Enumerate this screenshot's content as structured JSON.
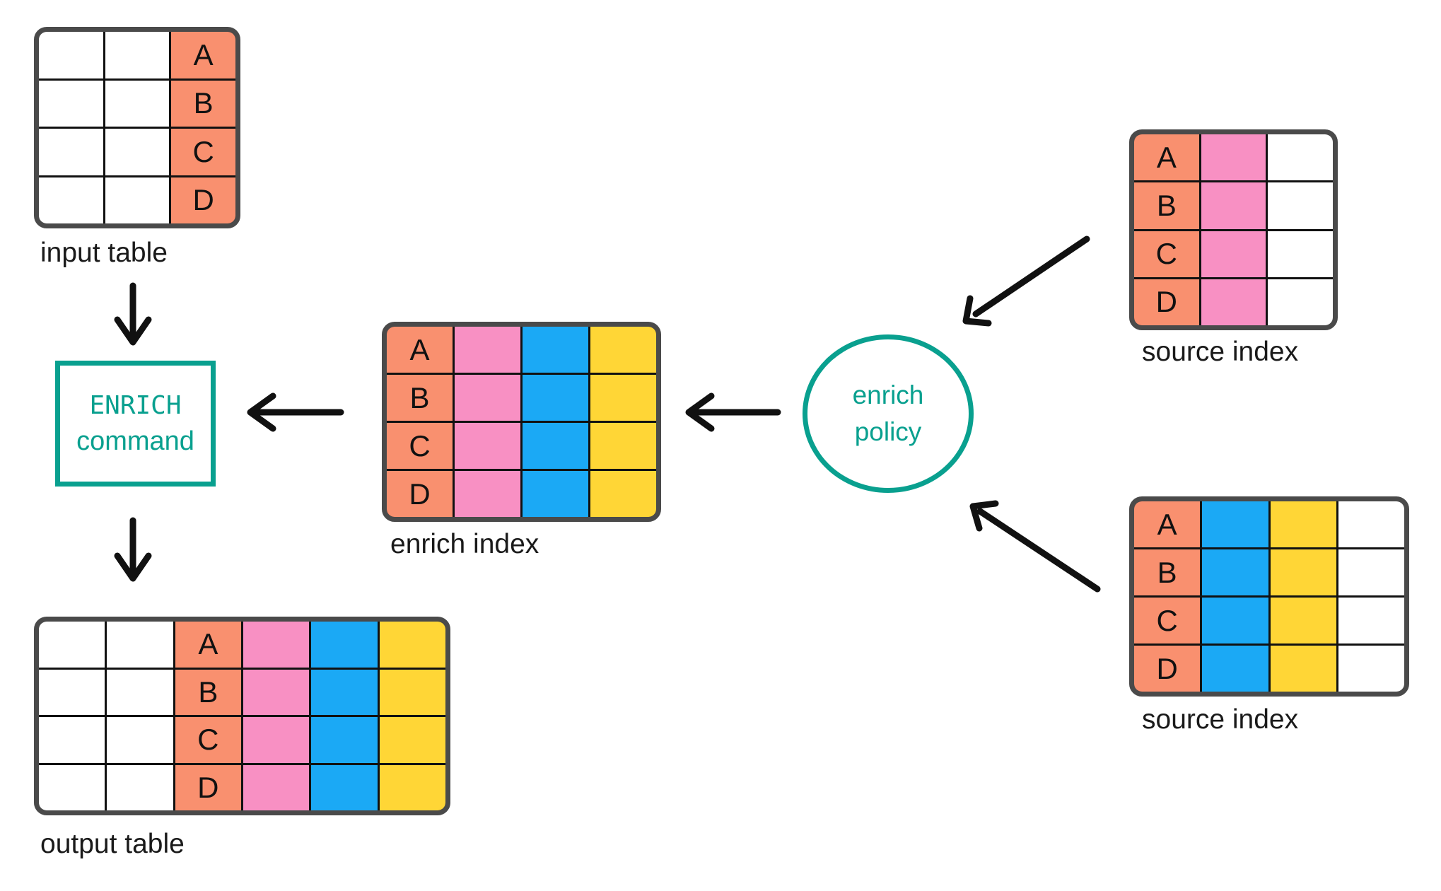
{
  "colors": {
    "salmon": "#F9906F",
    "pink": "#F890C3",
    "blue": "#1BA9F5",
    "yellow": "#FFD636",
    "white": "#FFFFFF",
    "teal": "#09A08F",
    "border_dark": "#4A4A4A",
    "grid_line": "#111111",
    "text": "#1A1A1A",
    "arrow": "#111111",
    "background": "#FFFFFF"
  },
  "labels": {
    "input_table": "input table",
    "output_table": "output table",
    "enrich_index": "enrich index",
    "source_index_top": "source index",
    "source_index_bottom": "source index"
  },
  "enrich_command": {
    "line1": "ENRICH",
    "line2": "command"
  },
  "enrich_policy": {
    "line1": "enrich",
    "line2": "policy"
  },
  "tables": {
    "input": {
      "row_letters": [
        "A",
        "B",
        "C",
        "D"
      ],
      "columns": [
        "white",
        "white",
        "salmon"
      ],
      "letter_col": 2
    },
    "output": {
      "row_letters": [
        "A",
        "B",
        "C",
        "D"
      ],
      "columns": [
        "white",
        "white",
        "salmon",
        "pink",
        "blue",
        "yellow"
      ],
      "letter_col": 2
    },
    "enrich": {
      "row_letters": [
        "A",
        "B",
        "C",
        "D"
      ],
      "columns": [
        "salmon",
        "pink",
        "blue",
        "yellow"
      ],
      "letter_col": 0
    },
    "source_top": {
      "row_letters": [
        "A",
        "B",
        "C",
        "D"
      ],
      "columns": [
        "salmon",
        "pink",
        "white"
      ],
      "letter_col": 0
    },
    "source_bottom": {
      "row_letters": [
        "A",
        "B",
        "C",
        "D"
      ],
      "columns": [
        "salmon",
        "blue",
        "yellow",
        "white"
      ],
      "letter_col": 0
    }
  }
}
